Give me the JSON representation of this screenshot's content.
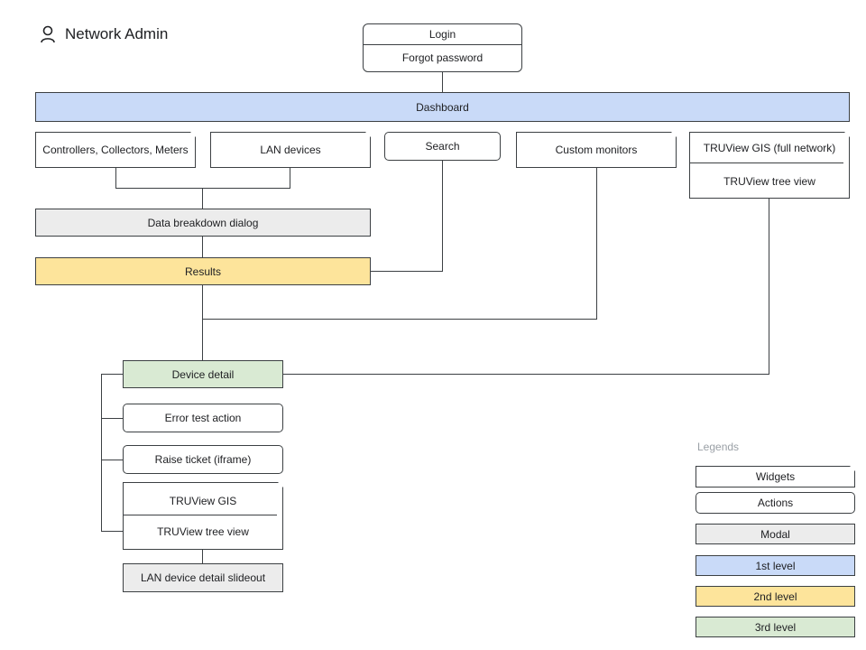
{
  "header": {
    "user_icon": "user-icon",
    "title": "Network Admin"
  },
  "nodes": {
    "login": "Login",
    "forgot_password": "Forgot password",
    "dashboard": "Dashboard",
    "controllers": "Controllers, Collectors, Meters",
    "lan_devices": "LAN devices",
    "search": "Search",
    "custom_monitors": "Custom monitors",
    "truview_gis_full": "TRUView GIS (full network)",
    "truview_tree_top": "TRUView tree view",
    "data_breakdown": "Data breakdown dialog",
    "results": "Results",
    "device_detail": "Device detail",
    "error_test": "Error test action",
    "raise_ticket": "Raise ticket (iframe)",
    "truview_gis": "TRUView GIS",
    "truview_tree": "TRUView tree view",
    "lan_slideout": "LAN device detail slideout"
  },
  "legend": {
    "title": "Legends",
    "widgets": "Widgets",
    "actions": "Actions",
    "modal": "Modal",
    "level1": "1st level",
    "level2": "2nd level",
    "level3": "3rd level"
  },
  "colors": {
    "level1": "#c9daf8",
    "level2": "#fde49b",
    "level3": "#d9ead3",
    "modal": "#ececec",
    "line": "#3c4043"
  }
}
